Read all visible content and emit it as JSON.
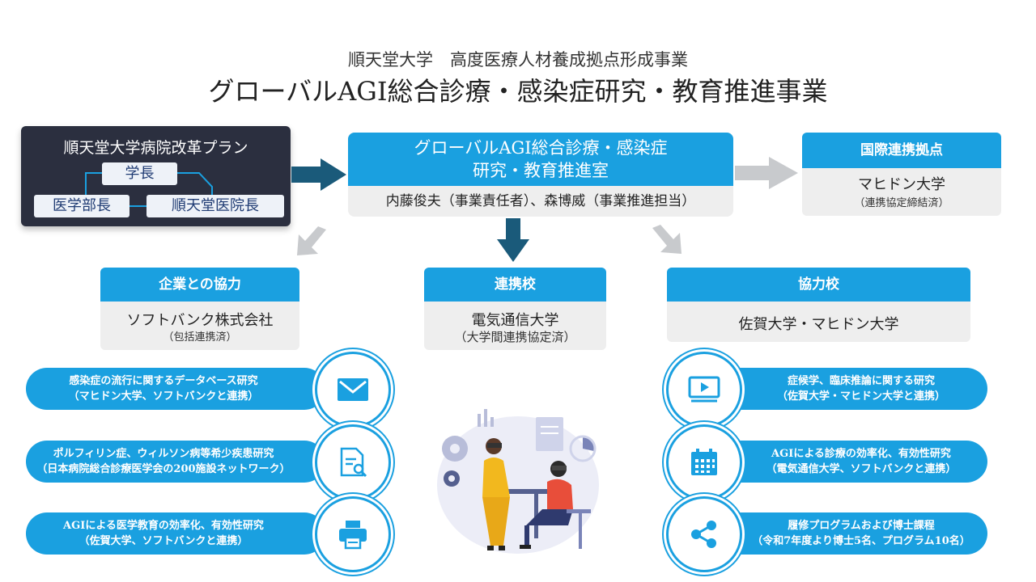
{
  "header": {
    "subtitle": "順天堂大学　高度医療人材養成拠点形成事業",
    "title": "グローバルAGI総合診療・感染症研究・教育推進事業"
  },
  "plan": {
    "title": "順天堂大学病院改革プラン",
    "president": "学長",
    "dean": "医学部長",
    "hospital_director": "順天堂医院長"
  },
  "center": {
    "title_line1": "グローバルAGI総合診療・感染症",
    "title_line2": "研究・教育推進室",
    "members": "内藤俊夫（事業責任者）、森博威（事業推進担当）"
  },
  "international": {
    "head": "国際連携拠点",
    "name": "マヒドン大学",
    "note": "（連携協定締結済）"
  },
  "corporate": {
    "head": "企業との協力",
    "name": "ソフトバンク株式会社",
    "note": "（包括連携済）"
  },
  "partner": {
    "head": "連携校",
    "name": "電気通信大学",
    "note": "（大学間連携協定済）"
  },
  "cooperating": {
    "head": "協力校",
    "name": "佐賀大学・マヒドン大学"
  },
  "left_items": [
    {
      "line1": "感染症の流行に関するデータベース研究",
      "line2": "（マヒドン大学、ソフトバンクと連携）",
      "icon": "mail-icon"
    },
    {
      "line1": "ポルフィリン症、ウィルソン病等希少疾患研究",
      "line2": "（日本病院総合診療医学会の200施設ネットワーク）",
      "icon": "document-search-icon"
    },
    {
      "line1": "AGIによる医学教育の効率化、有効性研究",
      "line2": "（佐賀大学、ソフトバンクと連携）",
      "icon": "printer-icon"
    }
  ],
  "right_items": [
    {
      "line1": "症候学、臨床推論に関する研究",
      "line2": "（佐賀大学・マヒドン大学と連携）",
      "icon": "video-player-icon"
    },
    {
      "line1": "AGIによる診療の効率化、有効性研究",
      "line2": "（電気通信大学、ソフトバンクと連携）",
      "icon": "calendar-icon"
    },
    {
      "line1": "履修プログラムおよび博士課程",
      "line2": "（令和7年度より博士5名、プログラム10名）",
      "icon": "share-icon"
    }
  ],
  "colors": {
    "accent": "#1aa0e0",
    "dark": "#2b2f3f",
    "arrow_dark": "#1a5a7a",
    "arrow_gray": "#c8cacd",
    "card_bg": "#eeeeee"
  }
}
